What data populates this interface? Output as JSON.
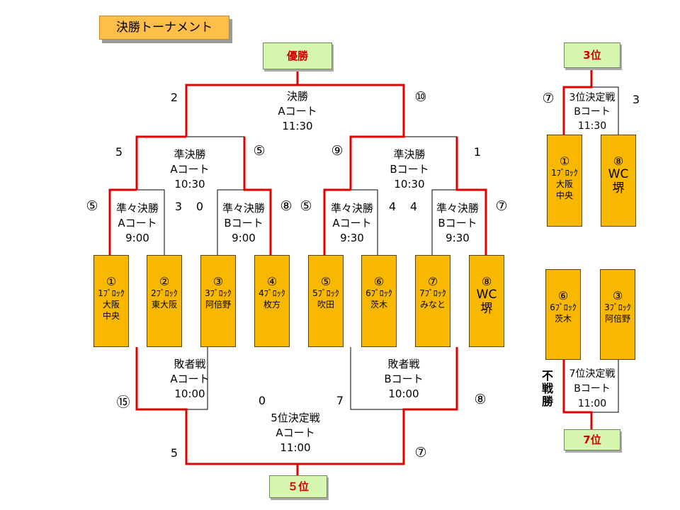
{
  "title": "決勝トーナメント",
  "results": {
    "winner": "優勝",
    "third": "3位",
    "fifth": "５位",
    "seventh": "7位"
  },
  "teams_main": [
    {
      "num": "①",
      "block": "1ﾌﾞﾛｯｸ",
      "lines": [
        "大阪",
        "中央"
      ]
    },
    {
      "num": "②",
      "block": "2ﾌﾞﾛｯｸ",
      "lines": [
        "東大阪"
      ]
    },
    {
      "num": "③",
      "block": "3ﾌﾞﾛｯｸ",
      "lines": [
        "阿倍野"
      ]
    },
    {
      "num": "④",
      "block": "4ﾌﾞﾛｯｸ",
      "lines": [
        "枚方"
      ]
    },
    {
      "num": "⑤",
      "block": "5ﾌﾞﾛｯｸ",
      "lines": [
        "吹田"
      ]
    },
    {
      "num": "⑥",
      "block": "6ﾌﾞﾛｯｸ",
      "lines": [
        "茨木"
      ]
    },
    {
      "num": "⑦",
      "block": "7ﾌﾞﾛｯｸ",
      "lines": [
        "みなと"
      ]
    },
    {
      "num": "⑧",
      "block": "",
      "lines": [
        "WC",
        "堺"
      ]
    }
  ],
  "teams_third": [
    {
      "num": "①",
      "block": "1ﾌﾞﾛｯｸ",
      "lines": [
        "大阪",
        "中央"
      ]
    },
    {
      "num": "⑧",
      "block": "",
      "lines": [
        "WC",
        "堺"
      ]
    }
  ],
  "teams_seventh": [
    {
      "num": "⑥",
      "block": "6ﾌﾞﾛｯｸ",
      "lines": [
        "茨木"
      ]
    },
    {
      "num": "③",
      "block": "3ﾌﾞﾛｯｸ",
      "lines": [
        "阿倍野"
      ]
    }
  ],
  "matches": {
    "final": [
      "決勝",
      "Aコート",
      "11:30"
    ],
    "semi_a": [
      "準決勝",
      "Aコート",
      "10:30"
    ],
    "semi_b": [
      "準決勝",
      "Bコート",
      "10:30"
    ],
    "qf_aa": [
      "準々決勝",
      "Aコート",
      "9:00"
    ],
    "qf_ab": [
      "準々決勝",
      "Bコート",
      "9:00"
    ],
    "qf_ba": [
      "準々決勝",
      "Aコート",
      "9:30"
    ],
    "qf_bb": [
      "準々決勝",
      "Bコート",
      "9:30"
    ],
    "loser_a": [
      "敗者戦",
      "Aコート",
      "10:00"
    ],
    "loser_b": [
      "敗者戦",
      "Bコート",
      "10:00"
    ],
    "fifth": [
      "5位決定戦",
      "Aコート",
      "11:00"
    ],
    "third": [
      "3位決定戦",
      "Bコート",
      "11:30"
    ],
    "seventh": [
      "7位決定戦",
      "Bコート",
      "11:00"
    ]
  },
  "scores": {
    "final_left": "2",
    "final_right": "⑩",
    "semi_a_left": "5",
    "semi_a_right": "⑤",
    "semi_b_left": "⑨",
    "semi_b_right": "1",
    "qf_aa_left": "⑤",
    "qf_aa_right": "3",
    "qf_ab_left": "0",
    "qf_ab_right": "⑧",
    "qf_ba_left": "⑤",
    "qf_ba_right": "4",
    "qf_bb_left": "4",
    "qf_bb_right": "⑦",
    "loser_a_left": "⑮",
    "loser_a_right": "0",
    "loser_b_left": "7",
    "loser_b_right": "⑧",
    "fifth_left": "5",
    "fifth_right": "⑦",
    "third_left": "⑦",
    "third_right": "3",
    "seventh_note": "不戦勝"
  },
  "colors": {
    "winner_line": "#e00000",
    "bracket_line": "#000000",
    "team_fill": "#f9b800",
    "result_fill": "#d6f5b0"
  }
}
